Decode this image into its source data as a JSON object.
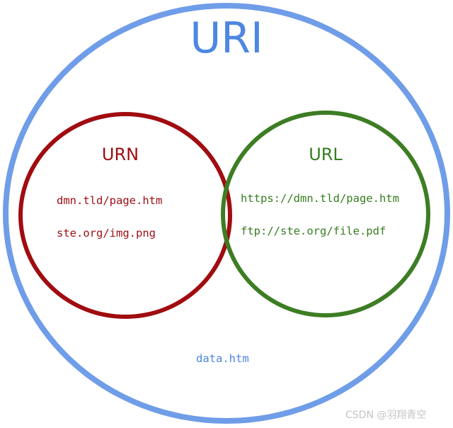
{
  "uri": {
    "label": "URI",
    "color": "#6f9de8",
    "text_color": "#4d87e2",
    "items": [
      "data.htm"
    ]
  },
  "urn": {
    "label": "URN",
    "color": "#a00c10",
    "items": [
      "dmn.tld/page.htm",
      "ste.org/img.png"
    ]
  },
  "url": {
    "label": "URL",
    "color": "#3d7d23",
    "items": [
      "https://dmn.tld/page.htm",
      "ftp://ste.org/file.pdf"
    ]
  },
  "watermark": "CSDN @羽翔青空"
}
